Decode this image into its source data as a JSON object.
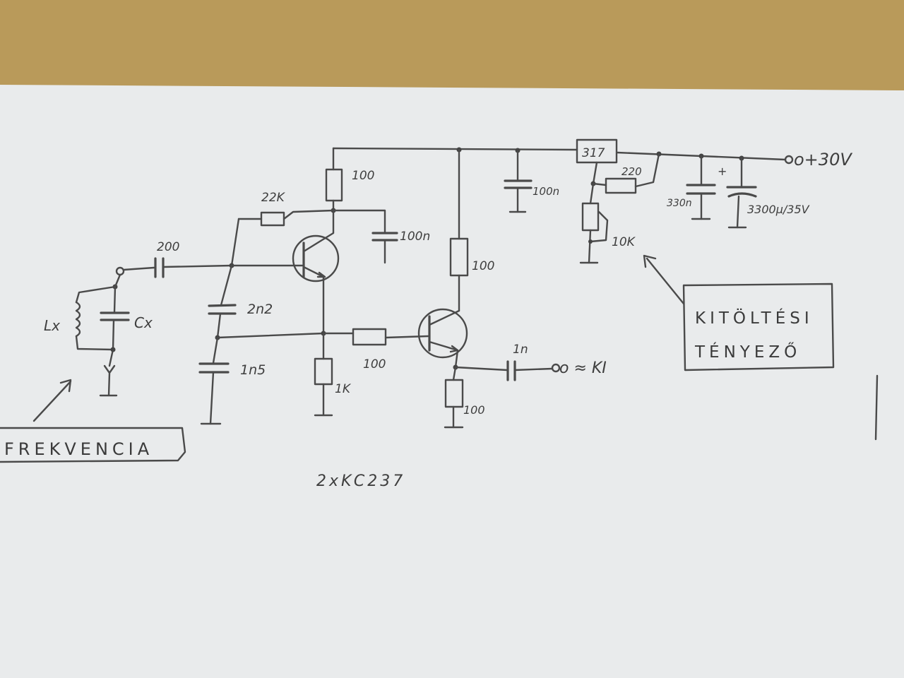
{
  "colors": {
    "desk": "#b99a5a",
    "paper": "#e9ebec",
    "ink": "#4a4a4a"
  },
  "labels": {
    "r_top_left": "100",
    "r_bias": "22K",
    "c_input": "200",
    "c_decouple_1": "100n",
    "c_2n2": "2n2",
    "c_1n5": "1n5",
    "r_emitter_1": "1K",
    "r_base_2": "100",
    "r_collector_2": "100",
    "r_emitter_2": "100",
    "c_output": "1n",
    "output": "o ≈ KI",
    "c_decouple_2": "100n",
    "regulator": "317",
    "r_220": "220",
    "pot_10k": "10K",
    "c_330n": "330n",
    "c_bulk": "3300μ/35V",
    "supply": "o+30V",
    "plus_sign": "+",
    "lx": "Lx",
    "cx": "Cx",
    "transistors": "2xKC237",
    "note_left": "FREKVENCIA",
    "note_right_line1": "KITÖLTÉSI",
    "note_right_line2": "TÉNYEZŐ"
  }
}
